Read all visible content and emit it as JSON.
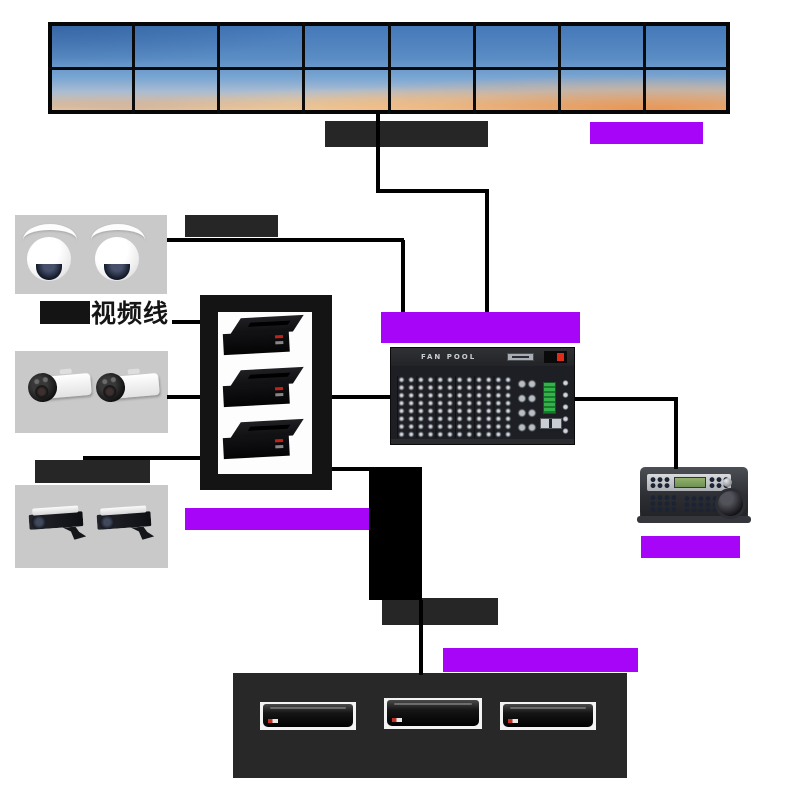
{
  "palette": {
    "purple_label": "#a605f7",
    "dark_label": "#262626",
    "line": "#000000",
    "camera_panel_gray": "#c9c9c9",
    "dvr_panel_dark": "#282828"
  },
  "video_wall": {
    "rows": 2,
    "cols": 8
  },
  "camera_groups": {
    "dome": {
      "count": 2
    },
    "bullet": {
      "count": 2
    },
    "ir_bullet": {
      "count": 2
    },
    "cable_text": "视频线"
  },
  "distributor": {
    "device_count": 3
  },
  "matrix": {
    "panel_text": "FAN POOL"
  },
  "dvr_group": {
    "device_count": 3
  }
}
